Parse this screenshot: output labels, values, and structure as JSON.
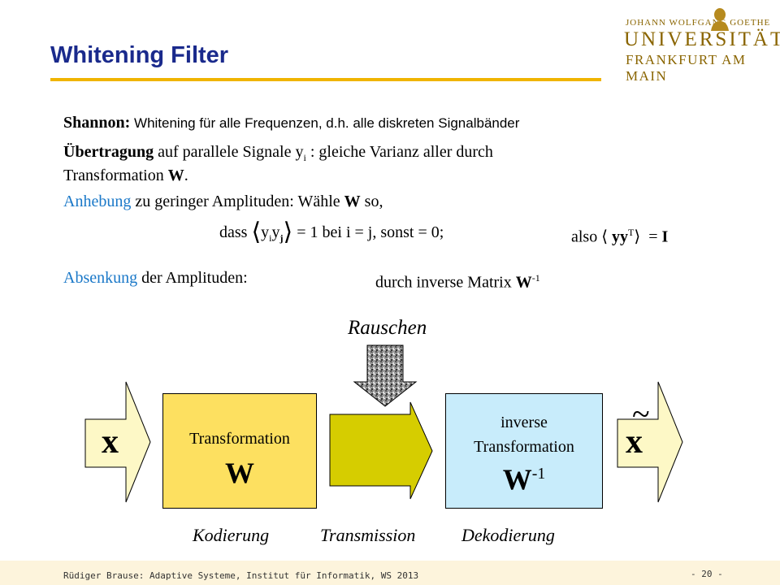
{
  "header": {
    "title": "Whitening Filter",
    "logo": {
      "top_line": "JOHANN WOLFGANG GOETHE",
      "main": "UNIVERSITÄT",
      "sub": "FRANKFURT AM MAIN",
      "icon": "goethe-bust-icon"
    }
  },
  "body": {
    "line1": {
      "lead": "Shannon",
      "colon": ":",
      "text": " Whitening für alle Frequenzen, d.h. alle diskreten Signalbänder"
    },
    "line2": {
      "lead": "Übertragung",
      "text1": " auf parallele Signale y",
      "sub": "i",
      "text2": " : gleiche Varianz aller durch",
      "text3": "Transformation ",
      "bold": "W",
      "end": "."
    },
    "line3": {
      "lead": "Anhebung",
      "text1": " zu geringer Amplituden: Wähle ",
      "bold": "W",
      "text2": " so,"
    },
    "line4": {
      "dass": "dass",
      "y1": "y",
      "s1": "i",
      "y2": "y",
      "s2": "j",
      "rest": " = 1 bei i = j, sonst = 0;",
      "also": "also",
      "yy": "yy",
      "T": "T",
      "eqI": "= ",
      "I": "I"
    },
    "line5": {
      "lead": "Absenkung",
      "text1": " der Amplituden:",
      "text2": "durch inverse Matrix ",
      "bold": "W",
      "sup": "-1"
    }
  },
  "diagram": {
    "noise_label": "Rauschen",
    "input_symbol": "x",
    "output_symbol": "x",
    "tilde": "~",
    "enc_box": {
      "label": "Transformation",
      "symbol": "W"
    },
    "dec_box": {
      "line1": "inverse",
      "line2": "Transformation",
      "symbol": "W",
      "sup": "-1"
    },
    "stages": [
      "Kodierung",
      "Transmission",
      "Dekodierung"
    ],
    "colors": {
      "enc": "#fde060",
      "dec": "#c8ecfb",
      "transmission": "#d6cd00",
      "arrows": "#fdf8c6"
    }
  },
  "footer": {
    "credit": "Rüdiger Brause: Adaptive Systeme, Institut für Informatik, WS 2013",
    "page": "- 20 -"
  }
}
